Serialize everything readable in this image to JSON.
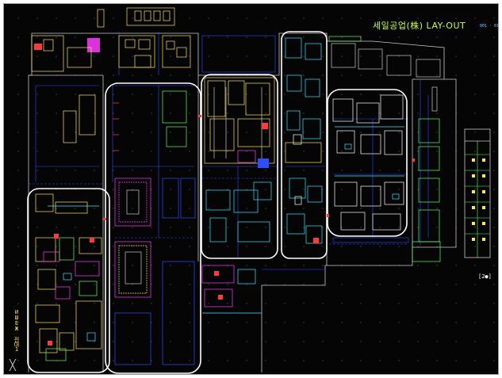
{
  "drawing": {
    "title": "세일공업(株) LAY-OUT",
    "scale_note": "001 · 01",
    "page_mark": "[2●]",
    "side_label": "ИШЕЖ 전대1",
    "ucs_icon": "ucs-axis-icon"
  },
  "colors": {
    "background": "#050505",
    "wall": "#c8c8c8",
    "equipment_yellow": "#ffe84d",
    "equipment_green": "#5dff5d",
    "equipment_cyan": "#37e6ff",
    "blue_line": "#2e4dff",
    "magenta": "#ff3cff",
    "red": "#ff3a3a",
    "highlight": "#ffffff"
  }
}
